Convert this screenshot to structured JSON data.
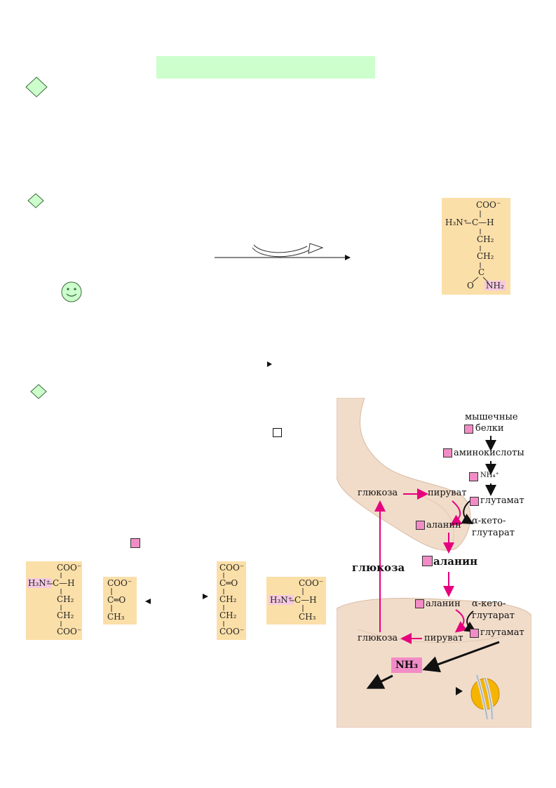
{
  "glutamine": {
    "coo": "COO⁻",
    "amine": "H₃N⁺",
    "ch": "C—H",
    "ch2a": "CH₂",
    "ch2b": "CH₂",
    "c": "C",
    "o": "O",
    "nh2": "NH₂"
  },
  "glutamate": {
    "coo_top": "COO⁻",
    "amine": "H₃N⁺",
    "ch": "C—H",
    "ch2a": "CH₂",
    "ch2b": "CH₂",
    "coo_bottom": "COO⁻"
  },
  "pyruvate": {
    "coo": "COO⁻",
    "co": "C═O",
    "ch3": "CH₃"
  },
  "ketoglutarate": {
    "coo_top": "COO⁻",
    "co": "C═O",
    "ch2a": "CH₂",
    "ch2b": "CH₂",
    "coo_bottom": "COO⁻"
  },
  "alanine": {
    "coo": "COO⁻",
    "amine": "H₃N⁺",
    "ch": "C—H",
    "ch3": "CH₃"
  },
  "cycle": {
    "muscle_proteins_1": "мышечные",
    "muscle_proteins_2": "белки",
    "amino_acids": "аминокислоты",
    "ammonium": "NH₄⁺",
    "glucose_muscle": "глюкоза",
    "pyruvate_muscle": "пируват",
    "glutamate_muscle": "глутамат",
    "alanine_muscle": "аланин",
    "ketoglutarate_muscle_1": "α-кето-",
    "ketoglutarate_muscle_2": "глутарат",
    "glucose_blood": "глюкоза",
    "alanine_blood": "аланин",
    "alanine_liver": "аланин",
    "ketoglutarate_liver_1": "α-кето-",
    "ketoglutarate_liver_2": "глутарат",
    "glucose_liver": "глюкоза",
    "pyruvate_liver": "пируват",
    "glutamate_liver": "глутамат",
    "nh3": "NH₃"
  },
  "colors": {
    "section_bar": "#ccffcc",
    "diamond": "#ccffcc",
    "panel": "#fbdfa8",
    "arrow_magenta": "#e6007e",
    "label_box": "#f28cc6",
    "nh3_box": "#f28cc6"
  },
  "icons": [
    "diamond-bullet-icon",
    "smiley-icon",
    "kidney-icon",
    "arm-illustration",
    "liver-illustration"
  ]
}
